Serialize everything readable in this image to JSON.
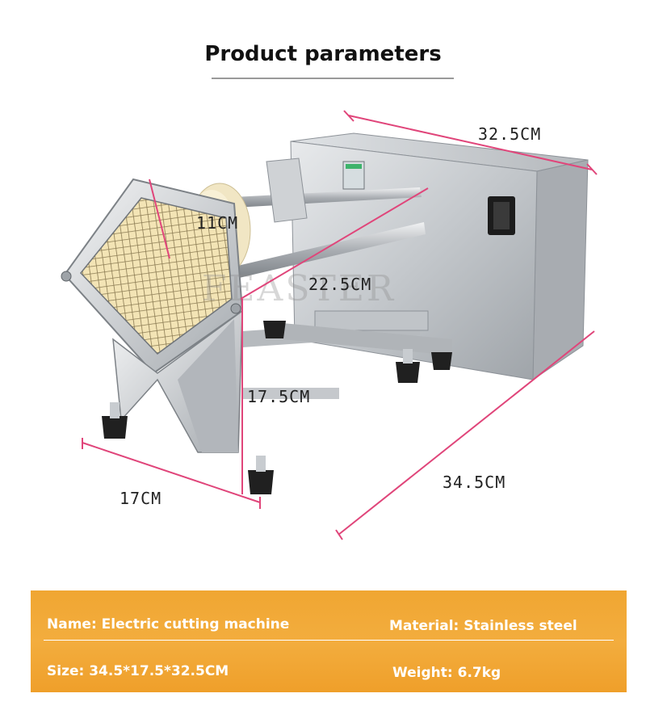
{
  "header": {
    "title": "Product parameters"
  },
  "watermark": "FEASTER",
  "dimensions": {
    "top_length": "32.5CM",
    "blade_height": "11CM",
    "diagonal": "22.5CM",
    "height": "17.5CM",
    "base_width": "17CM",
    "depth": "34.5CM"
  },
  "specs": {
    "name": "Name: Electric cutting machine",
    "material": "Material: Stainless steel",
    "size": "Size: 34.5*17.5*32.5CM",
    "weight": "Weight: 6.7kg"
  },
  "colors": {
    "banner": "#f0a632",
    "dimension_line": "#e0457a",
    "steel": "#c9ccd0"
  }
}
